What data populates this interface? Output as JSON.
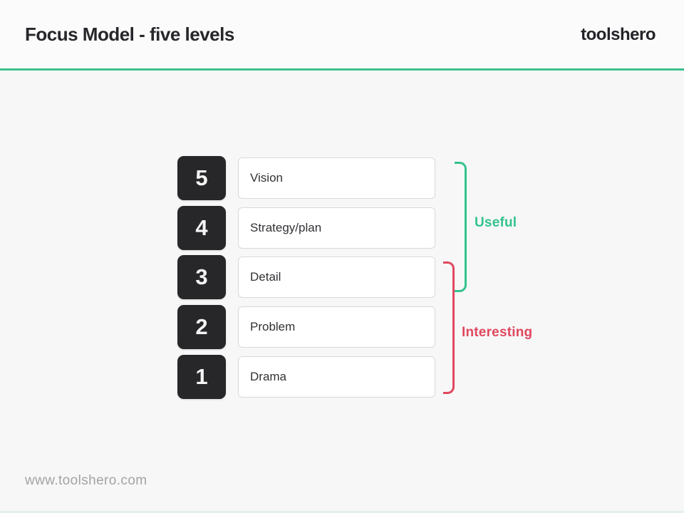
{
  "header": {
    "title": "Focus Model - five levels",
    "brand": "toolshero"
  },
  "levels": [
    {
      "number": "5",
      "label": "Vision"
    },
    {
      "number": "4",
      "label": "Strategy/plan"
    },
    {
      "number": "3",
      "label": "Detail"
    },
    {
      "number": "2",
      "label": "Problem"
    },
    {
      "number": "1",
      "label": "Drama"
    }
  ],
  "brackets": [
    {
      "label": "Useful",
      "color": "#33c38d",
      "spans_levels": "5-3"
    },
    {
      "label": "Interesting",
      "color": "#e0485e",
      "spans_levels": "3-1"
    }
  ],
  "footer": {
    "website": "www.toolshero.com"
  },
  "colors": {
    "accent_green": "#3cc18c",
    "accent_red": "#e0485e",
    "number_box_dark": "#27272a",
    "background": "#f7f7f8"
  }
}
